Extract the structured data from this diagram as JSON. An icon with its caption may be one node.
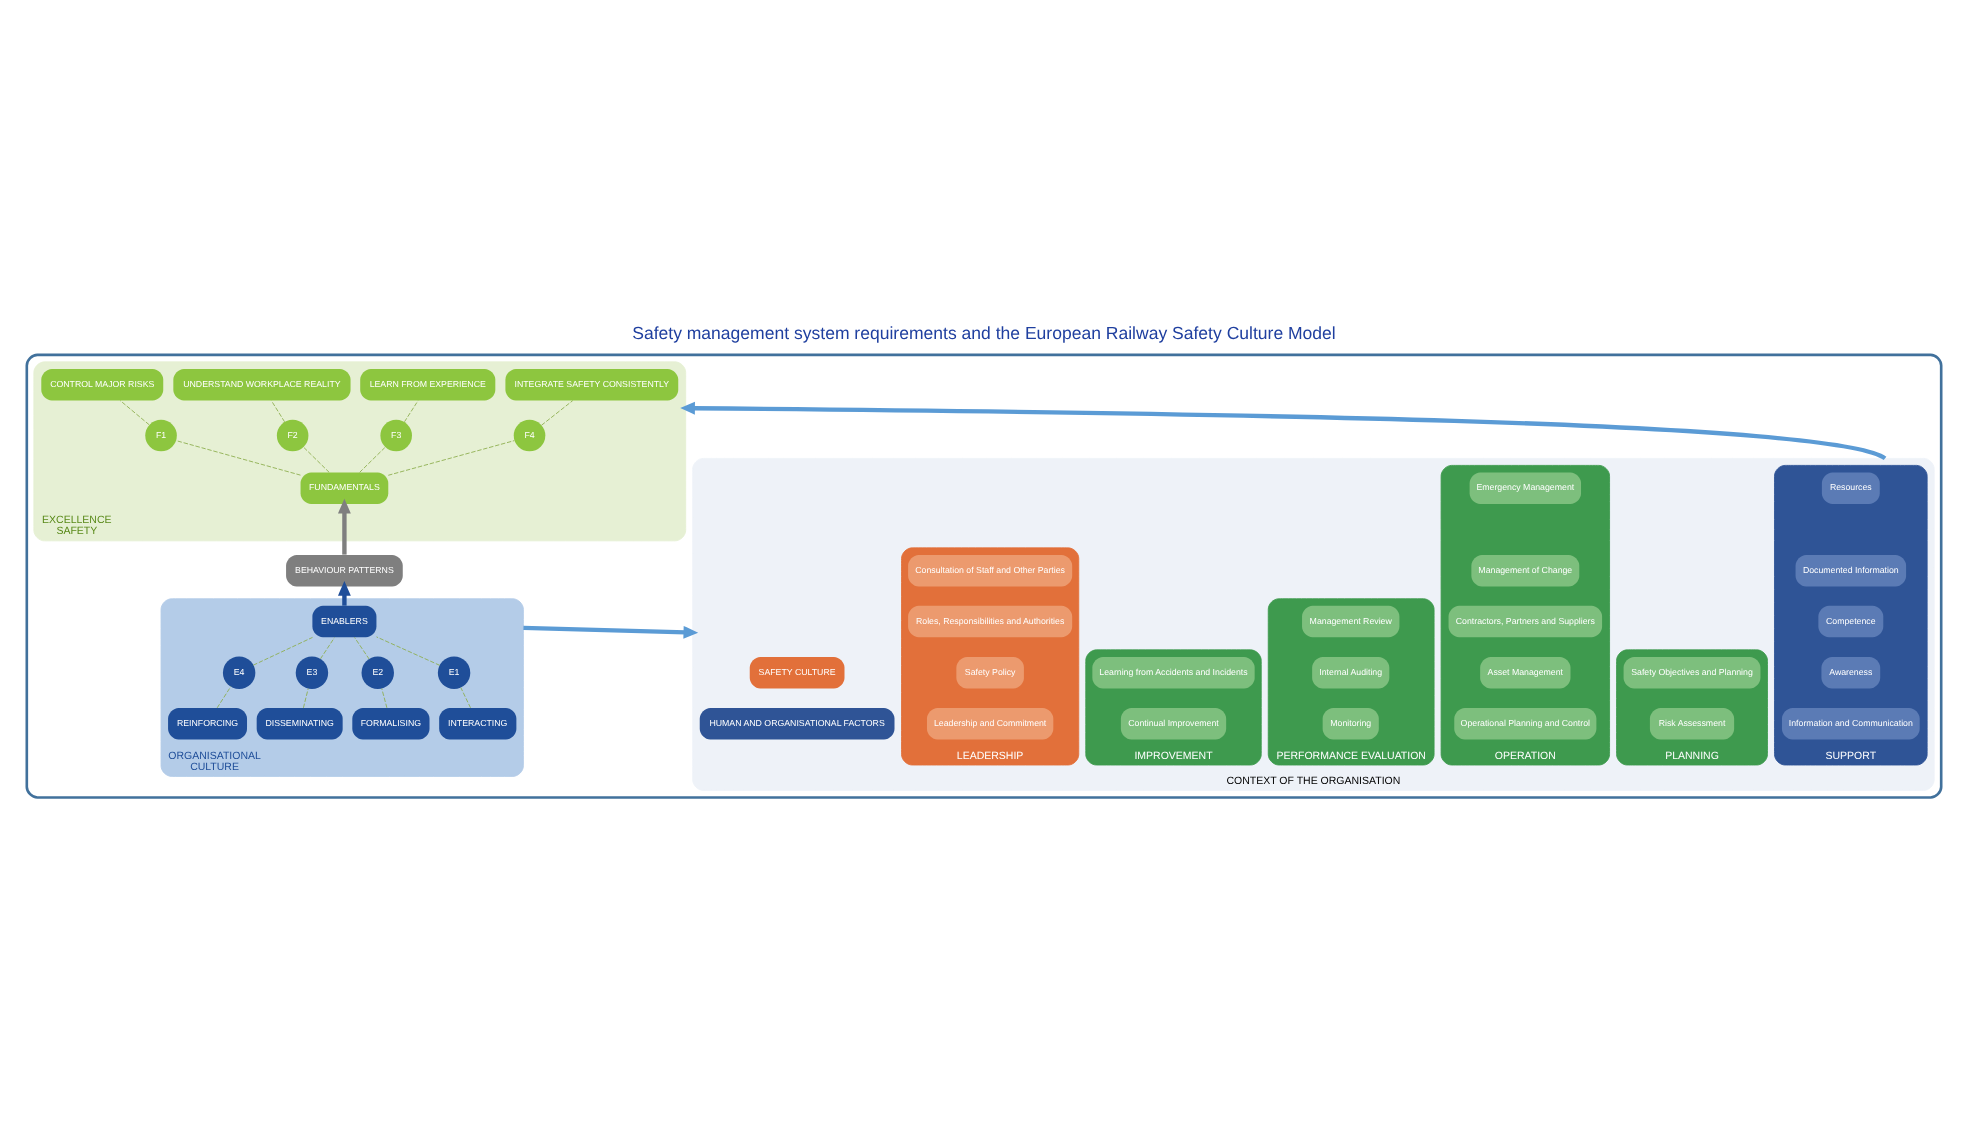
{
  "diagram": {
    "title": "Safety management system requirements and the European Railway Safety Culture Model",
    "nodes": [
      {
        "text": [],
        "shape": "box"
      },
      {
        "text": [
          "CONTEXT OF THE ORGANISATION"
        ],
        "in": 0
      },
      {
        "text": [
          "SUPPORT"
        ],
        "in": 1
      },
      {
        "text": [
          "Information and Communication"
        ],
        "in": 2
      },
      {
        "text": [
          "Awareness"
        ],
        "in": 2
      },
      {
        "text": [
          "Competence"
        ],
        "in": 2
      },
      {
        "text": [
          "Documented Information"
        ],
        "in": 2
      },
      {
        "text": [
          "Resources"
        ],
        "in": 2
      },
      {
        "text": [
          "HUMAN AND ORGANISATIONAL FACTORS"
        ],
        "in": 1
      },
      {
        "text": [
          "PLANNING"
        ],
        "in": 1
      },
      {
        "text": [
          "Risk Assessment"
        ],
        "in": 9
      },
      {
        "text": [
          "Safety Objectives and Planning"
        ],
        "in": 9
      },
      {
        "text": [
          "OPERATION"
        ],
        "in": 1
      },
      {
        "text": [
          "Operational Planning and Control"
        ],
        "in": 12
      },
      {
        "text": [
          "Asset Management"
        ],
        "in": 12
      },
      {
        "text": [
          "Contractors, Partners and Suppliers"
        ],
        "in": 12
      },
      {
        "text": [
          "Management of Change"
        ],
        "in": 12
      },
      {
        "text": [
          "Emergency Management"
        ],
        "in": 12
      },
      {
        "text": [
          "PERFORMANCE EVALUATION"
        ],
        "in": 1
      },
      {
        "text": [
          "Monitoring"
        ],
        "in": 18
      },
      {
        "text": [
          "Internal Auditing"
        ],
        "in": 18
      },
      {
        "text": [
          "Management Review"
        ],
        "in": 18
      },
      {
        "text": [
          "IMPROVEMENT"
        ],
        "in": 1
      },
      {
        "text": [
          "Continual Improvement"
        ],
        "in": 22
      },
      {
        "text": [
          "Learning from Accidents and Incidents"
        ],
        "in": 22
      },
      {
        "text": [
          "LEADERSHIP"
        ],
        "in": 1
      },
      {
        "text": [
          "Leadership and Commitment"
        ],
        "in": 25
      },
      {
        "text": [
          "Safety Policy"
        ],
        "in": 25
      },
      {
        "text": [
          "Roles, Responsibilities and Authorities"
        ],
        "in": 25
      },
      {
        "text": [
          "Consultation of Staff and Other Parties"
        ],
        "in": 25
      },
      {
        "text": [
          "SAFETY CULTURE"
        ],
        "in": 1
      },
      {
        "text": [
          "EXCELLENCE",
          "SAFETY"
        ],
        "in": 0
      },
      {
        "text": [
          "CONTROL MAJOR RISKS"
        ],
        "in": 31
      },
      {
        "text": [
          "UNDERSTAND WORKPLACE REALITY"
        ],
        "in": 31
      },
      {
        "text": [
          "LEARN FROM EXPERIENCE"
        ],
        "in": 31
      },
      {
        "text": [
          "INTEGRATE SAFETY CONSISTENTLY"
        ],
        "in": 31
      },
      {
        "text": [
          "F1"
        ],
        "in": 31
      },
      {
        "text": [
          "F2"
        ],
        "in": 31
      },
      {
        "text": [
          "F3"
        ],
        "in": 31
      },
      {
        "text": [
          "F4"
        ],
        "in": 31
      },
      {
        "text": [
          "FUNDAMENTALS"
        ],
        "in": 31
      },
      {
        "text": [
          "BEHAVIOUR PATTERNS"
        ],
        "in": 0
      },
      {
        "text": [
          "ORGANISATIONAL",
          "CULTURE"
        ],
        "in": 0
      },
      {
        "text": [
          "ENABLERS"
        ],
        "in": 42
      },
      {
        "text": [
          "E1"
        ],
        "in": 42
      },
      {
        "text": [
          "E2"
        ],
        "in": 42
      },
      {
        "text": [
          "E3"
        ],
        "in": 42
      },
      {
        "text": [
          "E4"
        ],
        "in": 42
      },
      {
        "text": [
          "INTERACTING"
        ],
        "in": 42
      },
      {
        "text": [
          "FORMALISING"
        ],
        "in": 42
      },
      {
        "text": [
          "DISSEMINATING"
        ],
        "in": 42
      },
      {
        "text": [
          "REINFORCING"
        ],
        "in": 42
      }
    ],
    "edges": [
      {
        "from": 1,
        "to": 31,
        "arrow": "to",
        "style": "thick",
        "color": "#5b9bd5"
      },
      {
        "from": 42,
        "to": 1,
        "arrow": "to",
        "style": "thick",
        "color": "#5b9bd5"
      },
      {
        "from": 36,
        "to": 32,
        "arrow": "none",
        "style": "dashed"
      },
      {
        "from": 37,
        "to": 33,
        "arrow": "none",
        "style": "dashed"
      },
      {
        "from": 38,
        "to": 34,
        "arrow": "none",
        "style": "dashed"
      },
      {
        "from": 39,
        "to": 35,
        "arrow": "none",
        "style": "dashed"
      },
      {
        "from": 40,
        "to": 36,
        "arrow": "none",
        "style": "dashed"
      },
      {
        "from": 40,
        "to": 37,
        "arrow": "none",
        "style": "dashed"
      },
      {
        "from": 40,
        "to": 38,
        "arrow": "none",
        "style": "dashed"
      },
      {
        "from": 40,
        "to": 39,
        "arrow": "none",
        "style": "dashed"
      },
      {
        "from": 41,
        "to": 40,
        "arrow": "to",
        "style": "thick",
        "color": "#7f7f7f"
      },
      {
        "from": 43,
        "to": 41,
        "arrow": "to",
        "style": "thick",
        "color": "#1f4e99"
      },
      {
        "from": 44,
        "to": 43,
        "arrow": "none",
        "style": "dashed"
      },
      {
        "from": 45,
        "to": 43,
        "arrow": "none",
        "style": "dashed"
      },
      {
        "from": 46,
        "to": 43,
        "arrow": "none",
        "style": "dashed"
      },
      {
        "from": 47,
        "to": 43,
        "arrow": "none",
        "style": "dashed"
      },
      {
        "from": 48,
        "to": 44,
        "arrow": "none",
        "style": "dashed"
      },
      {
        "from": 49,
        "to": 45,
        "arrow": "none",
        "style": "dashed"
      },
      {
        "from": 50,
        "to": 46,
        "arrow": "none",
        "style": "dashed"
      },
      {
        "from": 51,
        "to": 47,
        "arrow": "none",
        "style": "dashed"
      }
    ]
  }
}
